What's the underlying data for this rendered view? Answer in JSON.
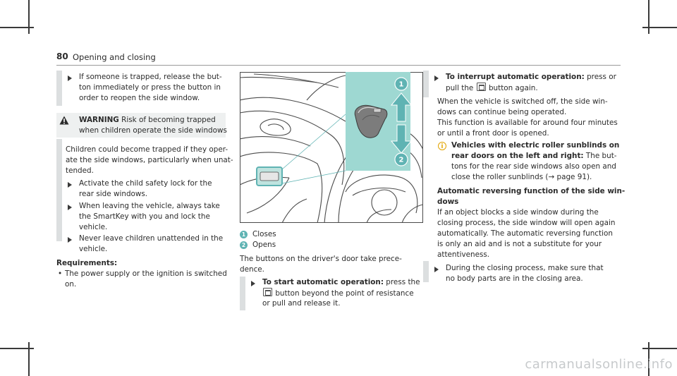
{
  "header": {
    "page_number": "80",
    "section_title": "Opening and closing"
  },
  "left": {
    "step1": [
      "If someone is trapped, release the but-",
      "ton immediately or press the button in",
      "order to reopen the side window."
    ],
    "warning": {
      "title": "WARNING",
      "title_rest": "Risk of becoming trapped",
      "line2": "when children operate the side windows"
    },
    "warn_body": [
      "Children could become trapped if they oper-",
      "ate the side windows, particularly when unat-",
      "tended."
    ],
    "step2": [
      "Activate the child safety lock for the",
      "rear side windows."
    ],
    "step3": [
      "When leaving the vehicle, always take",
      "the SmartKey with you and lock the",
      "vehicle."
    ],
    "step4": [
      "Never leave children unattended in the",
      "vehicle."
    ],
    "requirements_label": "Requirements:",
    "requirement": [
      "The power supply or the ignition is switched",
      "on."
    ]
  },
  "middle": {
    "legend": [
      {
        "num": "1",
        "text": "Closes"
      },
      {
        "num": "2",
        "text": "Opens"
      }
    ],
    "body": [
      "The buttons on the driver's door take prece-",
      "dence."
    ],
    "start_auto": {
      "label": "To start automatic operation:",
      "rest": "press the",
      "line2_rest": "button beyond the point of resistance",
      "line3": "or pull and release it."
    }
  },
  "right": {
    "interrupt": {
      "label": "To interrupt automatic operation:",
      "rest": "press or",
      "line2_pre": "pull the",
      "line2_post": "button again."
    },
    "para1": [
      "When the vehicle is switched off, the side win-",
      "dows can continue being operated.",
      "This function is available for around four minutes",
      "or until a front door is opened."
    ],
    "info": {
      "title_line1": "Vehicles with electric roller sunblinds on",
      "title_line2_bold": "rear doors on the left and right:",
      "title_line2_rest": "The but-",
      "body": [
        "tons for the rear side windows also open and"
      ],
      "line_last": "close the roller sunblinds (→ page 91)."
    },
    "auto_rev_title": [
      "Automatic reversing function of the side win-",
      "dows"
    ],
    "auto_rev_body": [
      "If an object blocks a side window during the",
      "closing process, the side window will open again",
      "automatically. The automatic reversing function",
      "is only an aid and is not a substitute for your",
      "attentiveness."
    ],
    "step": [
      "During the closing process, make sure that",
      "no body parts are in the closing area."
    ]
  },
  "figure": {
    "badge1": "1",
    "badge2": "2",
    "colors": {
      "panel": "#9ed8d2",
      "arrow": "#5fb3b3",
      "outline": "#4a4a4a"
    }
  },
  "watermark": "carmanualsonline.info"
}
